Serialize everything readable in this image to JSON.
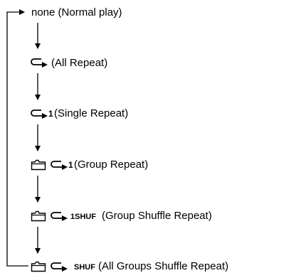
{
  "diagram": {
    "modes": [
      {
        "icons": [],
        "label": "none (Normal play)"
      },
      {
        "icons": [
          "repeat-icon"
        ],
        "label": "(All Repeat)"
      },
      {
        "icons": [
          "repeat-icon"
        ],
        "indicator": "1",
        "label": "(Single Repeat)"
      },
      {
        "icons": [
          "folder-icon",
          "repeat-icon"
        ],
        "indicator": "1",
        "label": "(Group Repeat)"
      },
      {
        "icons": [
          "folder-icon",
          "repeat-icon"
        ],
        "indicator": "1SHUF",
        "label": "(Group Shuffle Repeat)"
      },
      {
        "icons": [
          "folder-icon",
          "repeat-icon"
        ],
        "indicator": "SHUF",
        "label": "(All Groups Shuffle Repeat)"
      }
    ],
    "loop": "returns to first mode"
  }
}
